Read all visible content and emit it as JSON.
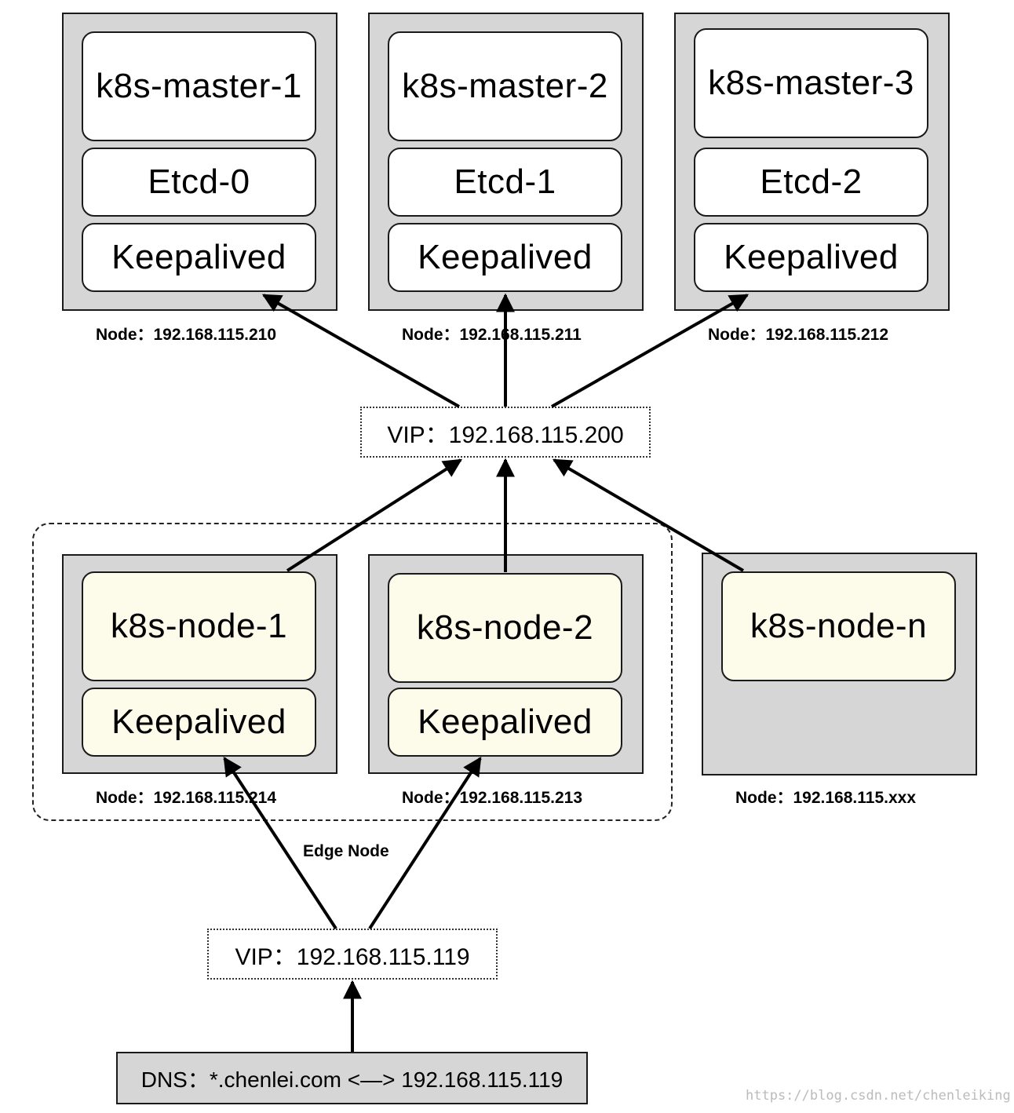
{
  "masters": [
    {
      "name": "k8s-master-1",
      "etcd": "Etcd-0",
      "keepalived": "Keepalived",
      "node_label": "Node：192.168.115.210"
    },
    {
      "name": "k8s-master-2",
      "etcd": "Etcd-1",
      "keepalived": "Keepalived",
      "node_label": "Node：192.168.115.211"
    },
    {
      "name": "k8s-master-3",
      "etcd": "Etcd-2",
      "keepalived": "Keepalived",
      "node_label": "Node：192.168.115.212"
    }
  ],
  "vip_master": "VIP：192.168.115.200",
  "workers": [
    {
      "name": "k8s-node-1",
      "keepalived": "Keepalived",
      "node_label": "Node：192.168.115.214"
    },
    {
      "name": "k8s-node-2",
      "keepalived": "Keepalived",
      "node_label": "Node：192.168.115.213"
    },
    {
      "name": "k8s-node-n",
      "node_label": "Node：192.168.115.xxx"
    }
  ],
  "edge_group_label": "Edge Node",
  "vip_edge": "VIP：192.168.115.119",
  "dns": "DNS：*.chenlei.com <—> 192.168.115.119",
  "watermark": "https://blog.csdn.net/chenleiking",
  "colors": {
    "node_fill": "#d6d6d6",
    "worker_fill": "#fdfbe9",
    "line": "#000000"
  }
}
